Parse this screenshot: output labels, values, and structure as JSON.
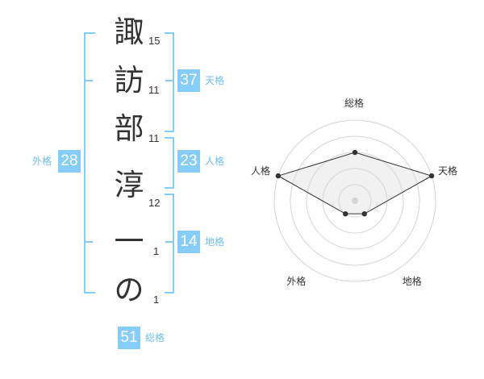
{
  "name": {
    "characters": [
      {
        "char": "諏",
        "strokes": "15"
      },
      {
        "char": "訪",
        "strokes": "11"
      },
      {
        "char": "部",
        "strokes": "11"
      },
      {
        "char": "淳",
        "strokes": "12"
      },
      {
        "char": "一",
        "strokes": "1"
      },
      {
        "char": "の",
        "strokes": "1"
      }
    ]
  },
  "kaku": {
    "tenkaku": {
      "label": "天格",
      "value": "37"
    },
    "jinkaku": {
      "label": "人格",
      "value": "23"
    },
    "chikaku": {
      "label": "地格",
      "value": "14"
    },
    "gaikaku": {
      "label": "外格",
      "value": "28"
    },
    "soukaku": {
      "label": "総格",
      "value": "51"
    }
  },
  "colors": {
    "accent": "#86cdf9",
    "label": "#6fbdee"
  },
  "chart_data": {
    "type": "radar",
    "axes": [
      "総格",
      "天格",
      "地格",
      "外格",
      "人格"
    ],
    "values": [
      3,
      5,
      1,
      1,
      5
    ],
    "range": [
      0,
      5
    ],
    "rings": 5
  }
}
